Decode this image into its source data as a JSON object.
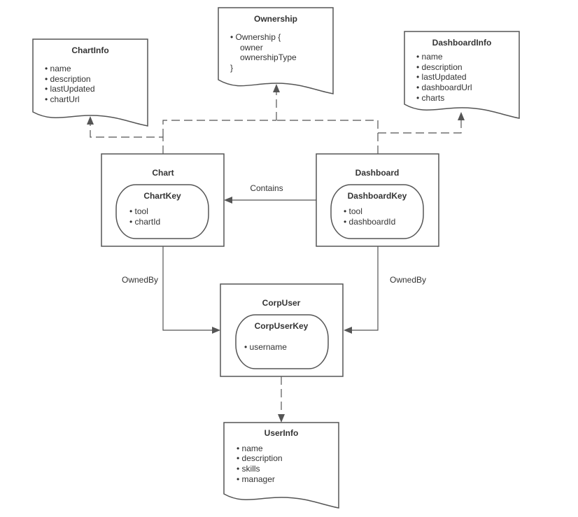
{
  "docs": {
    "chart_info": {
      "title": "ChartInfo",
      "items": [
        "• name",
        "• description",
        "• lastUpdated",
        "• chartUrl"
      ]
    },
    "ownership": {
      "title": "Ownership",
      "lines": [
        "• Ownership {",
        "owner",
        "ownershipType",
        "}"
      ]
    },
    "dashboard_info": {
      "title": "DashboardInfo",
      "items": [
        "• name",
        "• description",
        "• lastUpdated",
        "• dashboardUrl",
        "• charts"
      ]
    },
    "user_info": {
      "title": "UserInfo",
      "items": [
        "• name",
        "• description",
        "• skills",
        "• manager"
      ]
    }
  },
  "entities": {
    "chart": {
      "title": "Chart",
      "key_title": "ChartKey",
      "key_items": [
        "•  tool",
        "• chartId"
      ]
    },
    "dashboard": {
      "title": "Dashboard",
      "key_title": "DashboardKey",
      "key_items": [
        "•  tool",
        "• dashboardId"
      ]
    },
    "corp_user": {
      "title": "CorpUser",
      "key_title": "CorpUserKey",
      "key_items": [
        "• username"
      ]
    }
  },
  "edges": {
    "contains": "Contains",
    "owned_by_left": "OwnedBy",
    "owned_by_right": "OwnedBy"
  }
}
